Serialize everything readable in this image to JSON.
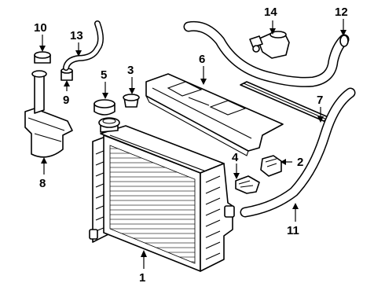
{
  "callouts": {
    "radiator": "1",
    "bracket_lower": "2",
    "cap_small": "3",
    "bracket_upper": "4",
    "cap_round": "5",
    "baffle_panel": "6",
    "seal_strip": "7",
    "reservoir": "8",
    "fitting": "9",
    "reservoir_cap": "10",
    "lower_hose": "11",
    "upper_hose": "12",
    "overflow_hose": "13",
    "thermostat_housing": "14"
  },
  "colors": {
    "line": "#000000",
    "fill": "#ffffff"
  }
}
